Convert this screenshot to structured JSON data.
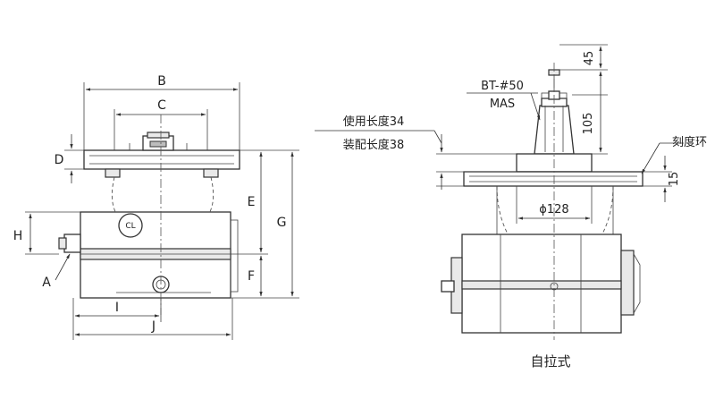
{
  "left_view": {
    "dims": {
      "B": "B",
      "C": "C",
      "D": "D",
      "E": "E",
      "G": "G",
      "H": "H",
      "A": "A",
      "F": "F",
      "I": "I",
      "J": "J"
    },
    "cl_mark": "CL"
  },
  "right_view": {
    "bt_label": "BT-#50",
    "mas_label": "MAS",
    "usable_length": "使用长度34",
    "assembly_length": "装配长度38",
    "scale_ring": "刻度环",
    "diameter": "ϕ128",
    "dim_45": "45",
    "dim_105": "105",
    "dim_15": "15",
    "caption": "自拉式"
  }
}
